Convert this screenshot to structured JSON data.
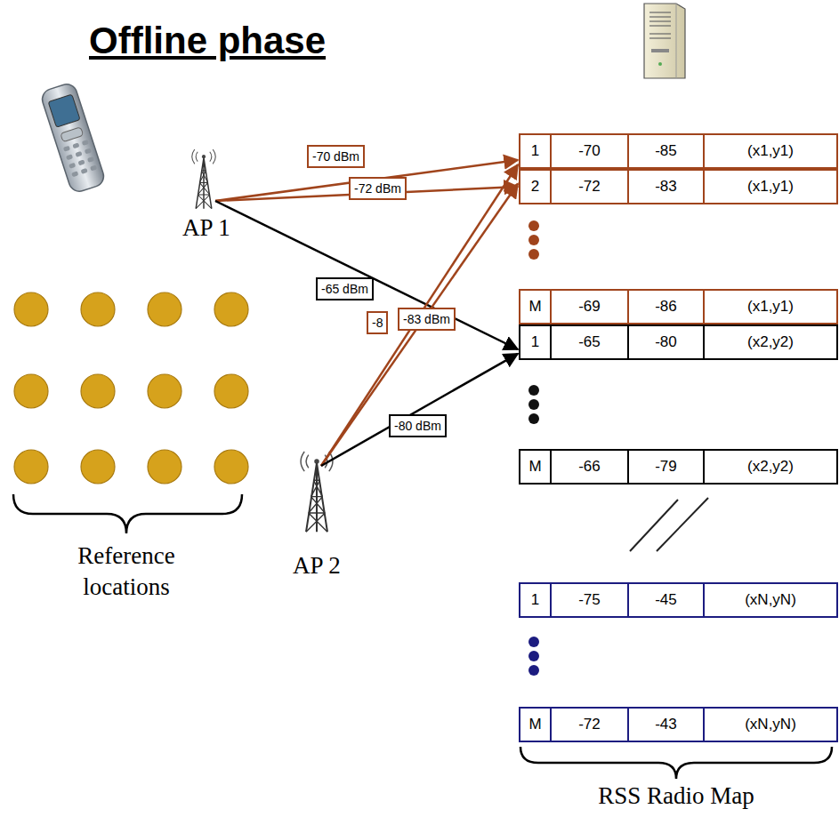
{
  "diagram": {
    "title": "Offline phase",
    "nodes": [
      {
        "text": [
          "AP 1"
        ]
      },
      {
        "text": [
          "AP 2"
        ]
      },
      {
        "text": [
          "1",
          "-70",
          "-85",
          "(x1,y1)"
        ]
      },
      {
        "text": [
          "2",
          "-72",
          "-83",
          "(x1,y1)"
        ]
      },
      {
        "text": [
          "M",
          "-69",
          "-86",
          "(x1,y1)"
        ]
      },
      {
        "text": [
          "1",
          "-65",
          "-80",
          "(x2,y2)"
        ]
      },
      {
        "text": [
          "M",
          "-66",
          "-79",
          "(x2,y2)"
        ]
      },
      {
        "text": [
          "1",
          "-75",
          "-45",
          "(xN,yN)"
        ]
      },
      {
        "text": [
          "M",
          "-72",
          "-43",
          "(xN,yN)"
        ]
      }
    ],
    "edges": [
      {
        "from": 0,
        "to": 2,
        "label": "-70 dBm",
        "arrow": "to"
      },
      {
        "from": 0,
        "to": 3,
        "label": "-72 dBm",
        "arrow": "to"
      },
      {
        "from": 0,
        "to": 5,
        "label": "-65 dBm",
        "arrow": "to"
      },
      {
        "from": 1,
        "to": 2,
        "label": "-8",
        "arrow": "to"
      },
      {
        "from": 1,
        "to": 3,
        "label": "-83 dBm",
        "arrow": "to"
      },
      {
        "from": 1,
        "to": 5,
        "label": "-80 dBm",
        "arrow": "to"
      }
    ],
    "labels": [
      "Reference locations",
      "RSS Radio Map"
    ]
  }
}
